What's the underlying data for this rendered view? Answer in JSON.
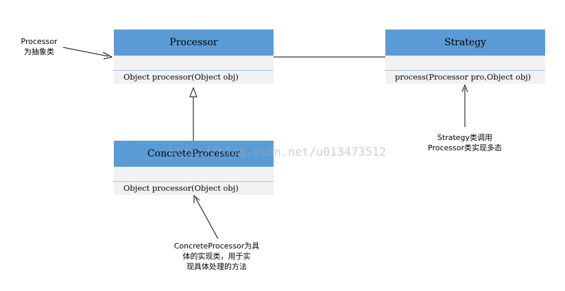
{
  "classes": {
    "processor": {
      "name": "Processor",
      "operation": "Object processor(Object obj)"
    },
    "strategy": {
      "name": "Strategy",
      "operation": "process(Processor pro,Object obj)"
    },
    "concrete_processor": {
      "name": "ConcreteProcessor",
      "operation": "Object processor(Object obj)"
    }
  },
  "notes": {
    "processor_note": [
      "Processor",
      "为抽象类"
    ],
    "strategy_note": [
      "Strategy类调用",
      "Processor类实现多态"
    ],
    "concrete_note": [
      "ConcreteProcessor为具",
      "体的实现类，用于实",
      "现具体处理的方法"
    ]
  },
  "watermark": "http://blog.csdn.net/u013473512",
  "colors": {
    "class_header": "#5b9bd5",
    "class_body": "#f2f2f2",
    "line": "#000000"
  }
}
